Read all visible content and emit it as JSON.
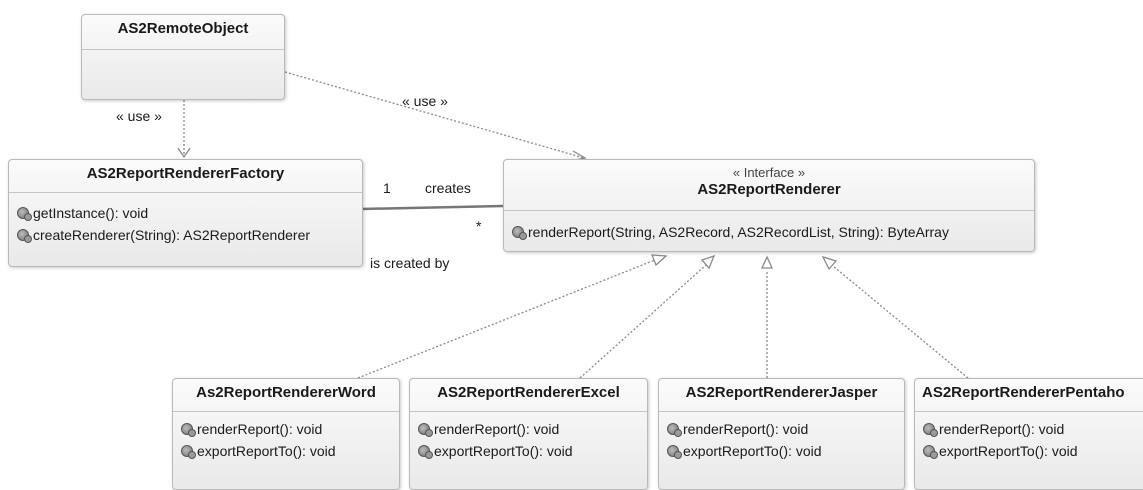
{
  "classes": {
    "remote": {
      "name": "AS2RemoteObject"
    },
    "factory": {
      "name": "AS2ReportRendererFactory",
      "ops": [
        "getInstance(): void",
        "createRenderer(String): AS2ReportRenderer"
      ]
    },
    "renderer": {
      "stereotype": "« Interface »",
      "name": "AS2ReportRenderer",
      "ops": [
        "renderReport(String, AS2Record, AS2RecordList, String): ByteArray"
      ]
    },
    "word": {
      "name": "As2ReportRendererWord",
      "ops": [
        "renderReport(): void",
        "exportReportTo(): void"
      ]
    },
    "excel": {
      "name": "AS2ReportRendererExcel",
      "ops": [
        "renderReport(): void",
        "exportReportTo(): void"
      ]
    },
    "jasper": {
      "name": "AS2ReportRendererJasper",
      "ops": [
        "renderReport(): void",
        "exportReportTo(): void"
      ]
    },
    "pentaho": {
      "name": "AS2ReportRendererPentaho",
      "ops": [
        "renderReport(): void",
        "exportReportTo(): void"
      ]
    }
  },
  "relations": {
    "use_label_1": "« use »",
    "use_label_2": "« use »",
    "multiplicity_one": "1",
    "multiplicity_many": "*",
    "creates": "creates",
    "is_created_by": "is created by"
  },
  "icons": {
    "operation": "operation-icon"
  },
  "colors": {
    "box_border": "#b9b9b9",
    "dependency_line": "#8a8a8a",
    "association_line": "#777777"
  }
}
